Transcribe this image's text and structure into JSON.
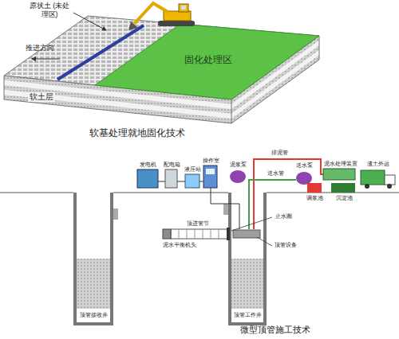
{
  "diagram": {
    "nodes": [
      {
        "text": [
          "固化处理区"
        ]
      }
    ],
    "labels": [
      "原状土 (未处理区)",
      "推进方向",
      "软土层",
      "软基处理就地固化技术",
      "排泥管",
      "操作室",
      "发电机",
      "配电箱",
      "泥浆泵",
      "泥水处理装置",
      "渣土外运",
      "液压站",
      "送水泵",
      "送水管",
      "调浆池",
      "沉淀池",
      "顶进管节",
      "止水圈",
      "泥水平衡机头",
      "顶管设备",
      "顶管接收井",
      "顶管工作井",
      "微型顶管施工技术"
    ]
  }
}
